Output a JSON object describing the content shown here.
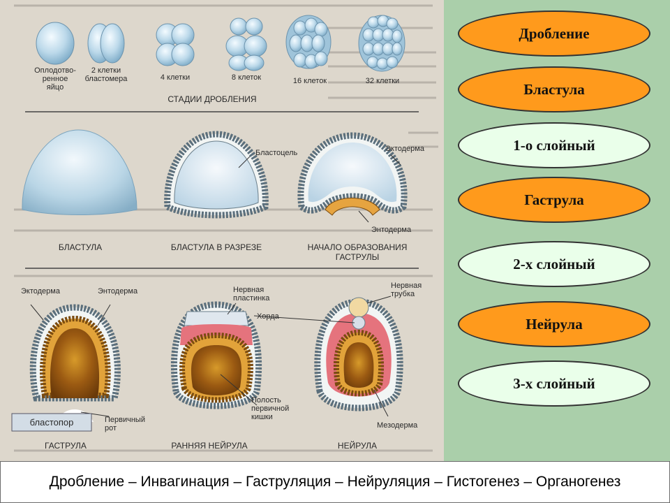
{
  "figure": {
    "cleavage_labels": [
      "Оплодотво-",
      "ренное",
      "яйцо",
      "2 клетки",
      "бластомера",
      "4 клетки",
      "8 клеток",
      "16 клеток",
      "32 клетки"
    ],
    "cleavage_caption": "СТАДИИ ДРОБЛЕНИЯ",
    "row2": {
      "blastocoel": "Бластоцель",
      "ectoderm": "Эктодерма",
      "endoderm": "Энтодерма",
      "blastula": "БЛАСТУЛА",
      "blastula_section": "БЛАСТУЛА В РАЗРЕЗЕ",
      "gastrulation_start_1": "НАЧАЛО ОБРАЗОВАНИЯ",
      "gastrulation_start_2": "ГАСТРУЛЫ"
    },
    "row3": {
      "ectoderm": "Эктодерма",
      "endoderm": "Энтодерма",
      "neural_plate_1": "Нервная",
      "neural_plate_2": "пластинка",
      "neural_tube_1": "Нервная",
      "neural_tube_2": "трубка",
      "notochord": "Хорда",
      "blastopore": "бластопор",
      "primary_mouth_1": "Первичный",
      "primary_mouth_2": "рот",
      "gut_cavity_1": "Полость",
      "gut_cavity_2": "первичной",
      "gut_cavity_3": "кишки",
      "mesoderm": "Мезодерма",
      "gastrula": "ГАСТРУЛА",
      "early_neurula": "РАННЯЯ НЕЙРУЛА",
      "neurula": "НЕЙРУЛА"
    }
  },
  "stages": [
    {
      "label": "Дробление",
      "style": "orange"
    },
    {
      "label": "Бластула",
      "style": "orange"
    },
    {
      "label": "1-о слойный",
      "style": "light"
    },
    {
      "label": "Гаструла",
      "style": "orange"
    },
    {
      "label": "2-х слойный",
      "style": "light"
    },
    {
      "label": "Нейрула",
      "style": "orange"
    },
    {
      "label": "3-х слойный",
      "style": "light"
    }
  ],
  "footer": "Дробление – Инвагинация – Гаструляция – Нейруляция – Гистогенез – Органогенез",
  "colors": {
    "orange": "#ff9a1c",
    "light": "#eaffea",
    "side_bg": "#aacfaa"
  }
}
